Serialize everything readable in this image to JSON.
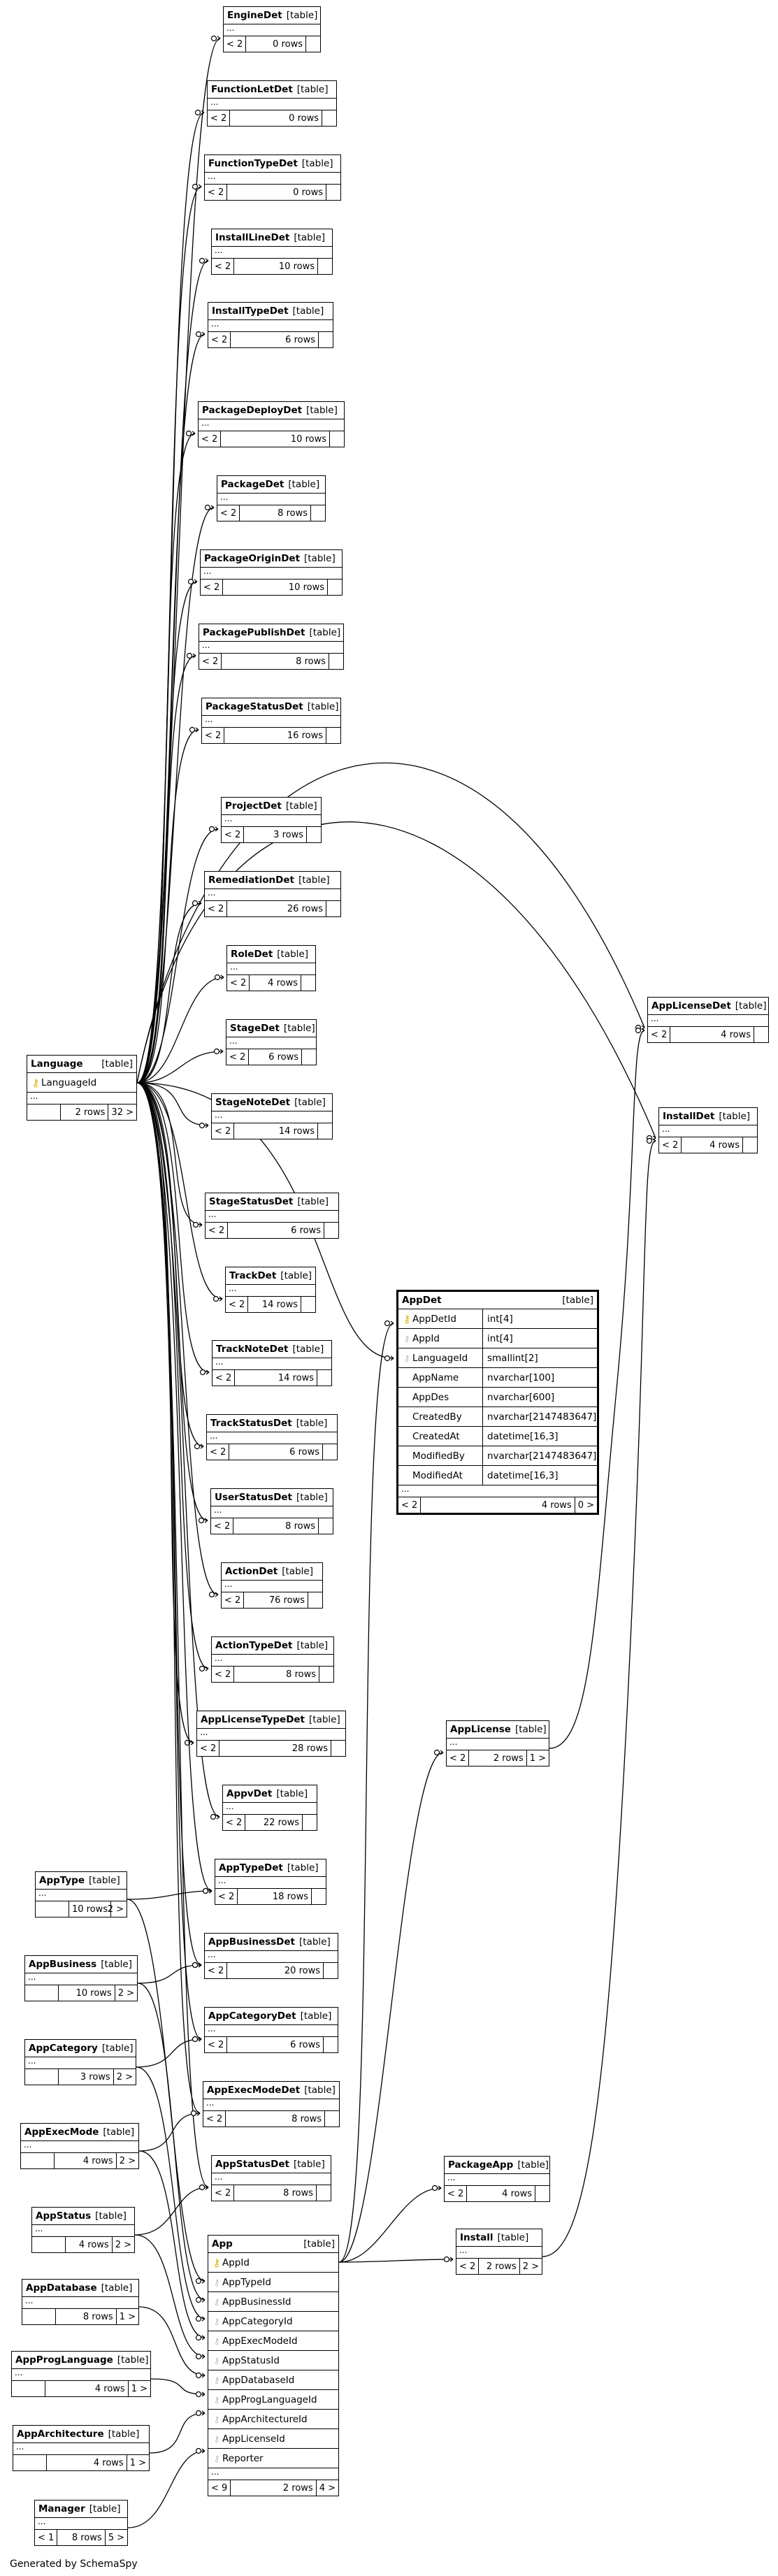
{
  "footer_text": "Generated by SchemaSpy",
  "type_label": "[table]",
  "ellipsis": "...",
  "tables": {
    "EngineDet": {
      "name": "EngineDet",
      "left": "< 2",
      "mid": "0 rows",
      "right": ""
    },
    "FunctionLetDet": {
      "name": "FunctionLetDet",
      "left": "< 2",
      "mid": "0 rows",
      "right": ""
    },
    "FunctionTypeDet": {
      "name": "FunctionTypeDet",
      "left": "< 2",
      "mid": "0 rows",
      "right": ""
    },
    "InstallLineDet": {
      "name": "InstallLineDet",
      "left": "< 2",
      "mid": "10 rows",
      "right": ""
    },
    "InstallTypeDet": {
      "name": "InstallTypeDet",
      "left": "< 2",
      "mid": "6 rows",
      "right": ""
    },
    "PackageDeployDet": {
      "name": "PackageDeployDet",
      "left": "< 2",
      "mid": "10 rows",
      "right": ""
    },
    "PackageDet": {
      "name": "PackageDet",
      "left": "< 2",
      "mid": "8 rows",
      "right": ""
    },
    "PackageOriginDet": {
      "name": "PackageOriginDet",
      "left": "< 2",
      "mid": "10 rows",
      "right": ""
    },
    "PackagePublishDet": {
      "name": "PackagePublishDet",
      "left": "< 2",
      "mid": "8 rows",
      "right": ""
    },
    "PackageStatusDet": {
      "name": "PackageStatusDet",
      "left": "< 2",
      "mid": "16 rows",
      "right": ""
    },
    "ProjectDet": {
      "name": "ProjectDet",
      "left": "< 2",
      "mid": "3 rows",
      "right": ""
    },
    "RemediationDet": {
      "name": "RemediationDet",
      "left": "< 2",
      "mid": "26 rows",
      "right": ""
    },
    "RoleDet": {
      "name": "RoleDet",
      "left": "< 2",
      "mid": "4 rows",
      "right": ""
    },
    "StageDet": {
      "name": "StageDet",
      "left": "< 2",
      "mid": "6 rows",
      "right": ""
    },
    "StageNoteDet": {
      "name": "StageNoteDet",
      "left": "< 2",
      "mid": "14 rows",
      "right": ""
    },
    "StageStatusDet": {
      "name": "StageStatusDet",
      "left": "< 2",
      "mid": "6 rows",
      "right": ""
    },
    "TrackDet": {
      "name": "TrackDet",
      "left": "< 2",
      "mid": "14 rows",
      "right": ""
    },
    "TrackNoteDet": {
      "name": "TrackNoteDet",
      "left": "< 2",
      "mid": "14 rows",
      "right": ""
    },
    "TrackStatusDet": {
      "name": "TrackStatusDet",
      "left": "< 2",
      "mid": "6 rows",
      "right": ""
    },
    "UserStatusDet": {
      "name": "UserStatusDet",
      "left": "< 2",
      "mid": "8 rows",
      "right": ""
    },
    "ActionDet": {
      "name": "ActionDet",
      "left": "< 2",
      "mid": "76 rows",
      "right": ""
    },
    "ActionTypeDet": {
      "name": "ActionTypeDet",
      "left": "< 2",
      "mid": "8 rows",
      "right": ""
    },
    "AppLicenseTypeDet": {
      "name": "AppLicenseTypeDet",
      "left": "< 2",
      "mid": "28 rows",
      "right": ""
    },
    "AppvDet": {
      "name": "AppvDet",
      "left": "< 2",
      "mid": "22 rows",
      "right": ""
    },
    "AppTypeDet": {
      "name": "AppTypeDet",
      "left": "< 2",
      "mid": "18 rows",
      "right": ""
    },
    "AppBusinessDet": {
      "name": "AppBusinessDet",
      "left": "< 2",
      "mid": "20 rows",
      "right": ""
    },
    "AppCategoryDet": {
      "name": "AppCategoryDet",
      "left": "< 2",
      "mid": "6 rows",
      "right": ""
    },
    "AppExecModeDet": {
      "name": "AppExecModeDet",
      "left": "< 2",
      "mid": "8 rows",
      "right": ""
    },
    "AppStatusDet": {
      "name": "AppStatusDet",
      "left": "< 2",
      "mid": "8 rows",
      "right": ""
    },
    "AppLicenseDet": {
      "name": "AppLicenseDet",
      "left": "< 2",
      "mid": "4 rows",
      "right": ""
    },
    "InstallDet": {
      "name": "InstallDet",
      "left": "< 2",
      "mid": "4 rows",
      "right": ""
    },
    "AppLicense": {
      "name": "AppLicense",
      "left": "< 2",
      "mid": "2 rows",
      "right": "1 >"
    },
    "PackageApp": {
      "name": "PackageApp",
      "left": "< 2",
      "mid": "4 rows",
      "right": ""
    },
    "Install": {
      "name": "Install",
      "left": "< 2",
      "mid": "2 rows",
      "right": "2 >"
    },
    "AppType": {
      "name": "AppType",
      "left": "",
      "mid": "10 rows",
      "right": "2 >"
    },
    "AppBusiness": {
      "name": "AppBusiness",
      "left": "",
      "mid": "10 rows",
      "right": "2 >"
    },
    "AppCategory": {
      "name": "AppCategory",
      "left": "",
      "mid": "3 rows",
      "right": "2 >"
    },
    "AppExecMode": {
      "name": "AppExecMode",
      "left": "",
      "mid": "4 rows",
      "right": "2 >"
    },
    "AppStatus": {
      "name": "AppStatus",
      "left": "",
      "mid": "4 rows",
      "right": "2 >"
    },
    "AppDatabase": {
      "name": "AppDatabase",
      "left": "",
      "mid": "8 rows",
      "right": "1 >"
    },
    "AppProgLanguage": {
      "name": "AppProgLanguage",
      "left": "",
      "mid": "4 rows",
      "right": "1 >"
    },
    "AppArchitecture": {
      "name": "AppArchitecture",
      "left": "",
      "mid": "4 rows",
      "right": "1 >"
    },
    "Manager": {
      "name": "Manager",
      "left": "< 1",
      "mid": "8 rows",
      "right": "5 >"
    },
    "Language": {
      "name": "Language",
      "left": "",
      "mid": "2 rows",
      "right": "32 >",
      "columns": [
        {
          "name": "LanguageId",
          "key": "pk"
        }
      ]
    },
    "AppDet": {
      "name": "AppDet",
      "left": "< 2",
      "mid": "4 rows",
      "right": "0 >",
      "columns": [
        {
          "name": "AppDetId",
          "type": "int[4]",
          "key": "pk"
        },
        {
          "name": "AppId",
          "type": "int[4]",
          "key": "fk"
        },
        {
          "name": "LanguageId",
          "type": "smallint[2]",
          "key": "fk"
        },
        {
          "name": "AppName",
          "type": "nvarchar[100]",
          "key": ""
        },
        {
          "name": "AppDes",
          "type": "nvarchar[600]",
          "key": ""
        },
        {
          "name": "CreatedBy",
          "type": "nvarchar[2147483647]",
          "key": ""
        },
        {
          "name": "CreatedAt",
          "type": "datetime[16,3]",
          "key": ""
        },
        {
          "name": "ModifiedBy",
          "type": "nvarchar[2147483647]",
          "key": ""
        },
        {
          "name": "ModifiedAt",
          "type": "datetime[16,3]",
          "key": ""
        }
      ]
    },
    "App": {
      "name": "App",
      "left": "< 9",
      "mid": "2 rows",
      "right": "4 >",
      "columns": [
        {
          "name": "AppId",
          "key": "pk"
        },
        {
          "name": "AppTypeId",
          "key": "fk"
        },
        {
          "name": "AppBusinessId",
          "key": "fk"
        },
        {
          "name": "AppCategoryId",
          "key": "fk"
        },
        {
          "name": "AppExecModeId",
          "key": "fk"
        },
        {
          "name": "AppStatusId",
          "key": "fk"
        },
        {
          "name": "AppDatabaseId",
          "key": "fk"
        },
        {
          "name": "AppProgLanguageId",
          "key": "fk"
        },
        {
          "name": "AppArchitectureId",
          "key": "fk"
        },
        {
          "name": "AppLicenseId",
          "key": "fk"
        },
        {
          "name": "Reporter",
          "key": "fk"
        }
      ]
    }
  }
}
